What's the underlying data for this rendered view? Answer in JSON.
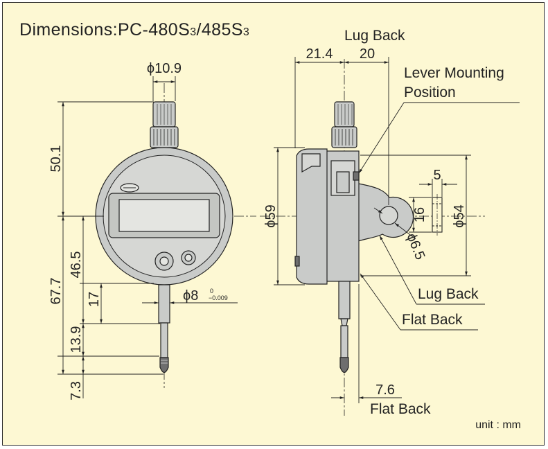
{
  "title": {
    "prefix": "Dimensions:PC-480S",
    "sub1": "3",
    "mid": "/485S",
    "sub2": "3"
  },
  "dimensions": {
    "phi_10_9": "ϕ10.9",
    "d_50_1": "50.1",
    "d_67_7": "67.7",
    "d_46_5": "46.5",
    "d_17": "17",
    "d_13_9": "13.9",
    "d_7_3": "7.3",
    "phi_8": "ϕ8",
    "tol_upper": "0",
    "tol_lower": "−0.009",
    "d_21_4": "21.4",
    "d_20": "20",
    "phi_59": "ϕ59",
    "phi_54": "ϕ54",
    "d_5": "5",
    "d_16": "16",
    "phi_6_5": "ϕ6.5",
    "d_7_6": "7.6"
  },
  "labels": {
    "lug_back_top": "Lug Back",
    "lever_line1": "Lever Mounting",
    "lever_line2": "Position",
    "lug_back": "Lug Back",
    "flat_back": "Flat Back",
    "flat_back_bottom": "Flat Back",
    "unit": "unit : mm"
  },
  "colors": {
    "background": "#fdf8d3",
    "line": "#222222",
    "body_fill": "#c9cbc9",
    "display_fill": "#e4e5e1"
  }
}
